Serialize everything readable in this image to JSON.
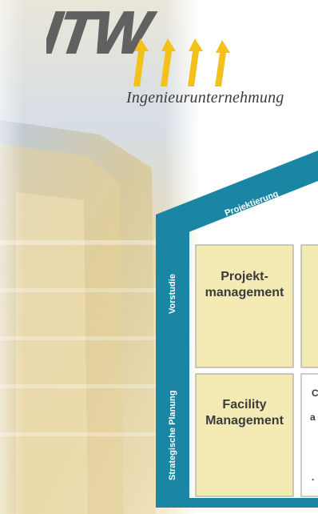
{
  "logo": {
    "brand": "ITW",
    "tagline": "Ingenieurunternehmung"
  },
  "diagram": {
    "roof_label": "Projektierung",
    "side_labels": {
      "top": "Vorstudie",
      "bottom": "Strategische Planung"
    },
    "cells": {
      "top_left": [
        "Projekt-",
        "management"
      ],
      "bottom_left": [
        "Facility",
        "Management"
      ]
    }
  },
  "colors": {
    "accent": "#1a86a4",
    "cell_fill": "#f3eab4",
    "logo_grey": "#616161",
    "arrow_yellow": "#f2c21b",
    "text": "#3b3b3b"
  },
  "icons": [
    "upward-arrow-icon"
  ]
}
